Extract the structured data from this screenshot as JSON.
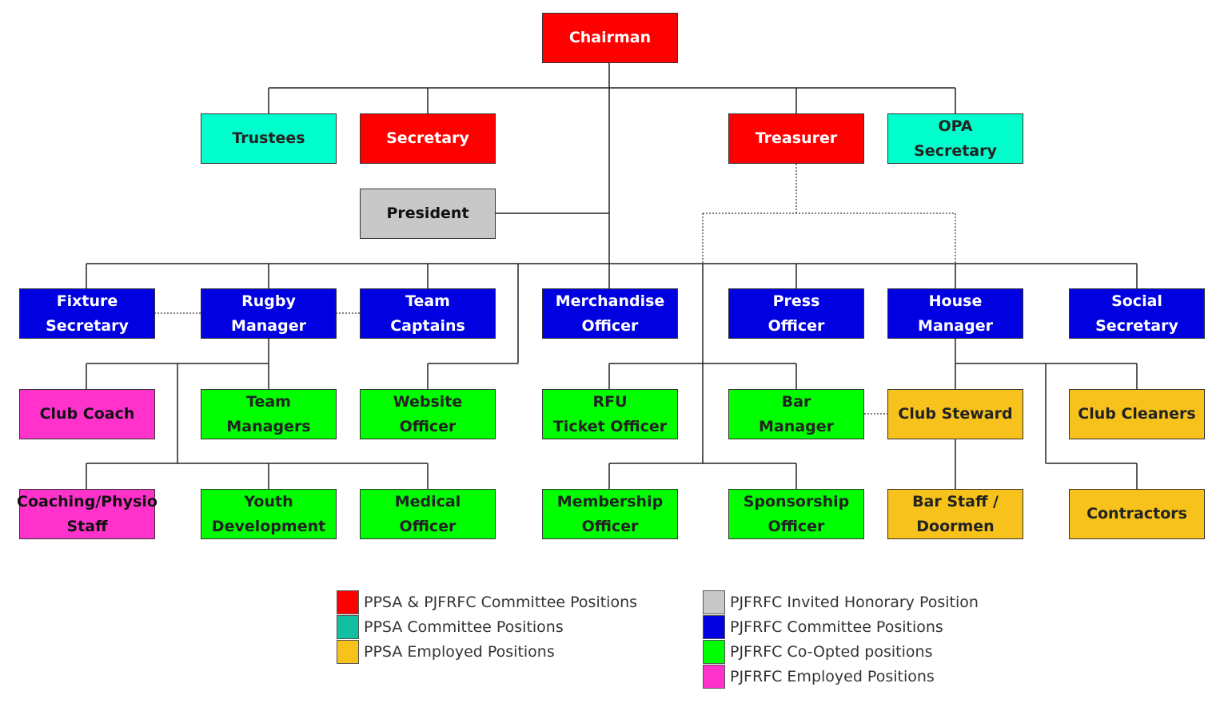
{
  "colors": {
    "red": "#ff0000",
    "cyan": "#00ffcc",
    "gray": "#c8c8c8",
    "blue": "#0000e0",
    "green": "#00ff00",
    "pink": "#ff33cc",
    "orange": "#f7c21c"
  },
  "nodes": {
    "chairman": "Chairman",
    "trustees": "Trustees",
    "secretary": "Secretary",
    "treasurer": "Treasurer",
    "opa_secretary": "OPA\nSecretary",
    "president": "President",
    "fixture_secretary": "Fixture\nSecretary",
    "rugby_manager": "Rugby\nManager",
    "team_captains": "Team\nCaptains",
    "merchandise_officer": "Merchandise\nOfficer",
    "press_officer": "Press\nOfficer",
    "house_manager": "House\nManager",
    "social_secretary": "Social\nSecretary",
    "club_coach": "Club Coach",
    "team_managers": "Team\nManagers",
    "website_officer": "Website\nOfficer",
    "rfu_ticket_officer": "RFU\nTicket Officer",
    "bar_manager": "Bar\nManager",
    "club_steward": "Club Steward",
    "club_cleaners": "Club Cleaners",
    "coaching_physio_staff": "Coaching/Physio\nStaff",
    "youth_development": "Youth\nDevelopment",
    "medical_officer": "Medical\nOfficer",
    "membership_officer": "Membership\nOfficer",
    "sponsorship_officer": "Sponsorship\nOfficer",
    "bar_staff_doormen": "Bar Staff /\nDoormen",
    "contractors": "Contractors"
  },
  "legend": {
    "left": [
      {
        "color": "#ff0000",
        "label": "PPSA & PJFRFC Committee Positions"
      },
      {
        "color": "#10c0a0",
        "label": "PPSA Committee Positions"
      },
      {
        "color": "#f7c21c",
        "label": "PPSA Employed Positions"
      }
    ],
    "right": [
      {
        "color": "#c8c8c8",
        "label": "PJFRFC Invited Honorary Position"
      },
      {
        "color": "#0000e0",
        "label": "PJFRFC Committee Positions"
      },
      {
        "color": "#00ff00",
        "label": "PJFRFC Co-Opted positions"
      },
      {
        "color": "#ff33cc",
        "label": "PJFRFC Employed Positions"
      }
    ]
  }
}
